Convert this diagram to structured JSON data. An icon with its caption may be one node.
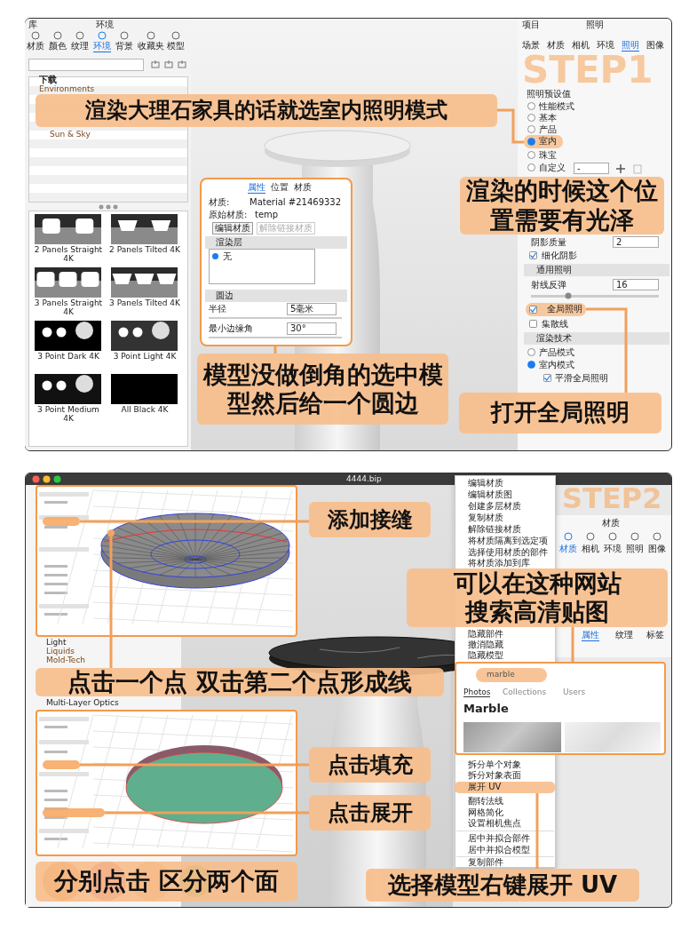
{
  "diagram": {
    "nodes": [
      {
        "text": [
          "渲染大理石家具的话就选室内照明模式"
        ]
      },
      {
        "text": [
          "室内"
        ]
      },
      {
        "text": [
          "渲染的时候这个位置需要有光泽"
        ]
      },
      {
        "text": [
          "属性",
          "位置",
          "材质",
          "材质:",
          "Material #21469332",
          "原始材质:",
          "temp",
          "编辑材质",
          "解除链接材质",
          "渲染层",
          "无",
          "圆边",
          "半径",
          "5毫米",
          "最小边缘角",
          "30°"
        ]
      },
      {
        "text": [
          "模型没做倒角的选中模型然后给一个圆边"
        ]
      },
      {
        "text": [
          "全局照明"
        ]
      },
      {
        "text": [
          "打开全局照明"
        ]
      },
      {
        "text": [
          "添加接缝"
        ]
      },
      {
        "text": [],
        "shape": "box"
      },
      {
        "text": [
          "marble",
          "Photos",
          "Collections",
          "Users",
          "Marble"
        ]
      },
      {
        "text": [
          "可以在这种网站搜索高清贴图"
        ]
      },
      {
        "text": [
          "点击一个点 双击第二个点形成线"
        ]
      },
      {
        "text": [
          "点击填充"
        ]
      },
      {
        "text": [],
        "shape": "box"
      },
      {
        "text": [
          "点击展开"
        ]
      },
      {
        "text": [],
        "shape": "box"
      },
      {
        "text": [
          "分别点击 区分两个面"
        ]
      },
      {
        "text": [
          "展开 UV"
        ]
      },
      {
        "text": [
          "选择模型右键展开 UV"
        ]
      },
      {
        "text": [],
        "shape": "circle"
      }
    ],
    "edges": [
      {
        "from": 0,
        "to": 1,
        "arrow": "none"
      },
      {
        "from": 4,
        "to": 3,
        "arrow": "none"
      },
      {
        "from": 6,
        "to": 5,
        "arrow": "none"
      },
      {
        "from": 7,
        "to": 8,
        "arrow": "none"
      },
      {
        "from": 10,
        "to": 9,
        "arrow": "none"
      },
      {
        "from": 11,
        "to": 19,
        "arrow": "none"
      },
      {
        "from": 12,
        "to": 13,
        "arrow": "none"
      },
      {
        "from": 14,
        "to": 15,
        "arrow": "none"
      },
      {
        "from": 18,
        "to": 17,
        "arrow": "none"
      }
    ],
    "labels": [
      "库",
      "环境",
      "材质",
      "颜色",
      "纹理",
      "环境",
      "背景",
      "收藏夹",
      "模型",
      "下载",
      "Environments",
      "Sun & Sky",
      "2 Panels Straight 4K",
      "2 Panels Tilted 4K",
      "3 Panels Straight 4K",
      "3 Panels Tilted 4K",
      "3 Point Dark 4K",
      "3 Point Light 4K",
      "3 Point Medium 4K",
      "All Black 4K",
      "项目",
      "照明",
      "场景",
      "材质",
      "相机",
      "环境",
      "照明",
      "图像",
      "STEP1",
      "照明预设值",
      "性能模式",
      "基本",
      "产品",
      "珠宝",
      "自定义",
      "-",
      "阴影质量",
      "2",
      "细化阴影",
      "通用照明",
      "射线反弹",
      "16",
      "集散线",
      "渲染技术",
      "产品模式",
      "室内模式",
      "平滑全局照明",
      "4444.bip",
      "Light",
      "Liquids",
      "Mold-Tech",
      "Multi-Layer Optics",
      "STEP2",
      "编辑材质",
      "编辑材质图",
      "创建多层材质",
      "复制材质",
      "解除链接材质",
      "将材质隔离到选定项",
      "选择使用材质的部件",
      "将材质添加到库",
      "隐藏部件",
      "撤消隐藏",
      "隐藏模型",
      "拆分单个对象",
      "拆分对象表面",
      "翻转法线",
      "网格简化",
      "设置相机焦点",
      "居中并拟合部件",
      "居中并拟合模型",
      "复制部件",
      "材质",
      "材质",
      "相机",
      "环境",
      "照明",
      "图像",
      "属性",
      "纹理",
      "标签"
    ]
  }
}
